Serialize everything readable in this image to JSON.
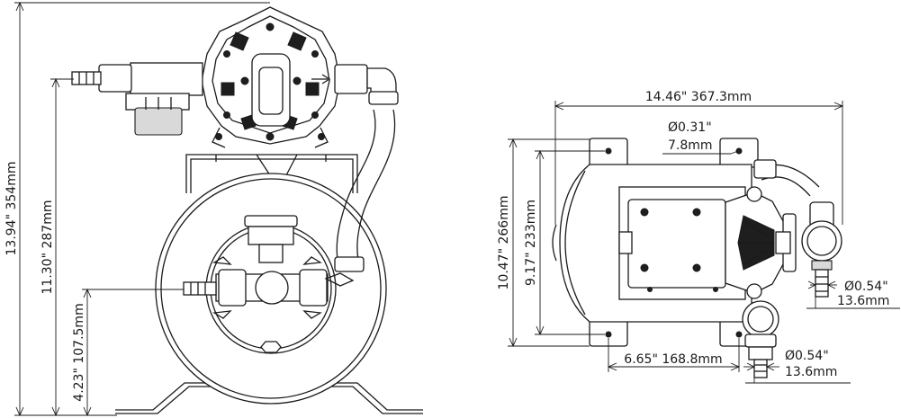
{
  "front_view": {
    "overall_height": "13.94\"  354mm",
    "outlet_height": "11.30\"  287mm",
    "inlet_height": "4.23\"  107.5mm"
  },
  "top_view": {
    "overall_length": "14.46\"  367.3mm",
    "mount_hole_dia_in": "Ø0.31\"",
    "mount_hole_dia_mm": "7.8mm",
    "overall_width": "10.47\"  266mm",
    "mount_spacing_y": "9.17\"  233mm",
    "mount_spacing_x": "6.65\"  168.8mm",
    "port_right_in": "Ø0.54\"",
    "port_right_mm": "13.6mm",
    "port_bottom_in": "Ø0.54\"",
    "port_bottom_mm": "13.6mm"
  }
}
